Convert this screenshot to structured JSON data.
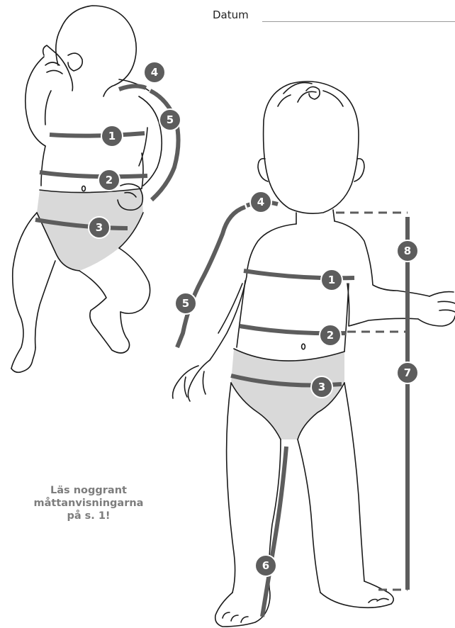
{
  "header": {
    "date_label": "Datum"
  },
  "note": {
    "lines": [
      "Läs noggrant",
      "måttanvisningarna",
      "på s. 1!"
    ]
  },
  "colors": {
    "band": "#5d5d5d",
    "outline": "#1a1a1a",
    "diaper": "#d9d9d9",
    "badge_text": "#ffffff",
    "note_text": "#7d7d7d"
  },
  "baby": {
    "markers": [
      "1",
      "2",
      "3",
      "4",
      "5"
    ]
  },
  "child": {
    "markers": [
      "1",
      "2",
      "3",
      "4",
      "5",
      "6",
      "7",
      "8"
    ]
  }
}
